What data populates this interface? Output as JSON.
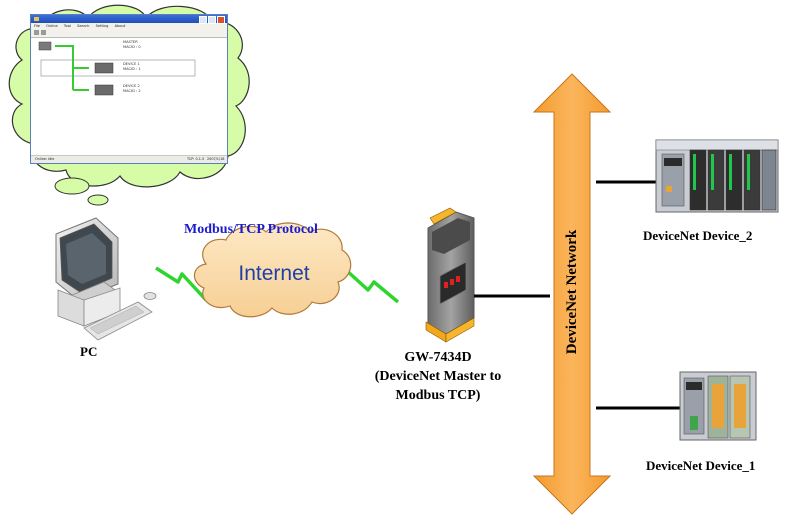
{
  "labels": {
    "protocol": "Modbus/TCP Protocol",
    "internet": "Internet",
    "pc": "PC",
    "gateway_line1": "GW-7434D",
    "gateway_line2": "(DeviceNet Master to",
    "gateway_line3": "Modbus TCP)",
    "network": "DeviceNet Network",
    "device2": "DeviceNet Device_2",
    "device1": "DeviceNet Device_1"
  },
  "screenshot": {
    "menu": [
      "File",
      "Online",
      "Tool",
      "Search",
      "Setting",
      "About"
    ],
    "nodes": [
      {
        "name": "MASTER",
        "id": "MACID : 0"
      },
      {
        "name": "DEVICE 1",
        "id": "MACID : 1"
      },
      {
        "name": "DEVICE 2",
        "id": "MACID : 2"
      }
    ],
    "status_left": "Online: Idle",
    "status_mid": "TCP: 0.1.5",
    "status_right": "2007/1/18"
  },
  "colors": {
    "protocol_text": "#1b1bcc",
    "cloud_fill": "#fbe3bb",
    "thought_cloud_fill": "#d6fca8",
    "lightning": "#2fd52f",
    "network_arrow": "#f6a742",
    "tree_line": "#33cc33"
  }
}
